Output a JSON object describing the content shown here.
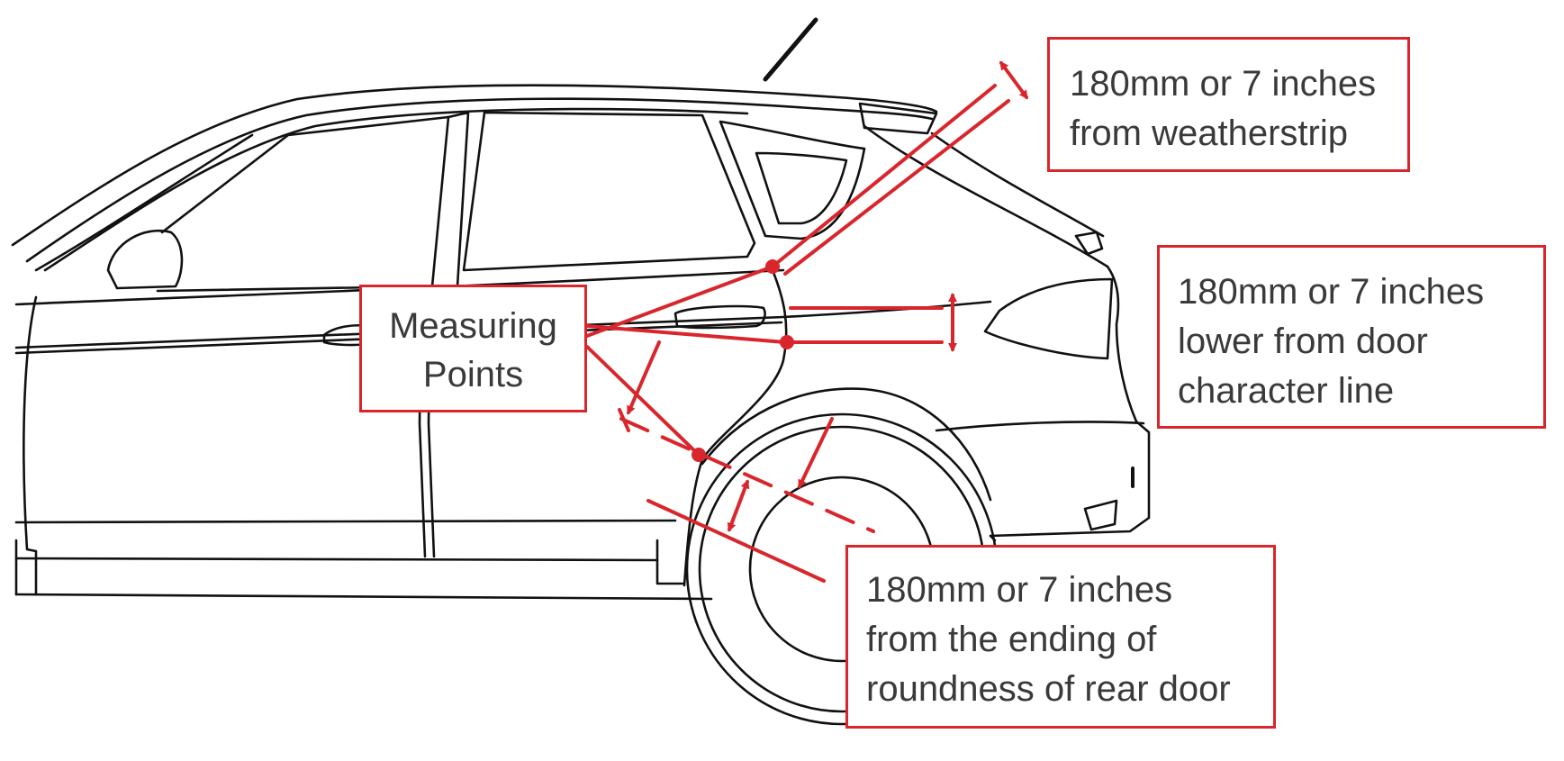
{
  "colors": {
    "accent_red": "#d9262c",
    "outline": "#111111",
    "text": "#3a3a3a",
    "background": "#ffffff"
  },
  "callouts": {
    "measuring_points": {
      "lines": [
        "Measuring",
        "Points"
      ]
    },
    "weatherstrip": {
      "lines": [
        "180mm or 7 inches",
        "from weatherstrip"
      ]
    },
    "character_line": {
      "lines": [
        "180mm or 7 inches",
        "lower from door",
        "character line"
      ]
    },
    "roundness": {
      "lines": [
        "180mm or 7 inches",
        "from the ending of",
        "roundness of rear door"
      ]
    }
  },
  "illustration": {
    "subject": "hatchback car side view",
    "marker_icon": "red-dot-marker",
    "arrow_icon": "double-headed-arrow"
  }
}
